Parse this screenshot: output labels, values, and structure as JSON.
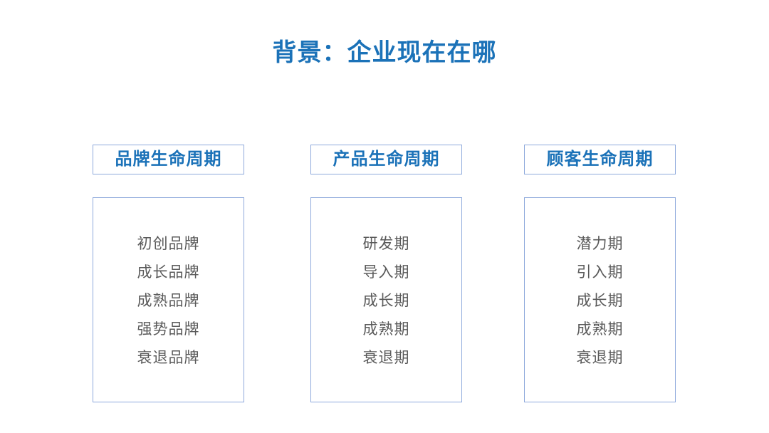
{
  "slide": {
    "title": "背景：企业现在在哪",
    "background_color": "#ffffff",
    "title_color": "#1b72b8",
    "border_color": "#8faadc",
    "item_text_color": "#5a5a5a"
  },
  "columns": [
    {
      "header": "品牌生命周期",
      "items": [
        "初创品牌",
        "成长品牌",
        "成熟品牌",
        "强势品牌",
        "衰退品牌"
      ]
    },
    {
      "header": "产品生命周期",
      "items": [
        "研发期",
        "导入期",
        "成长期",
        "成熟期",
        "衰退期"
      ]
    },
    {
      "header": "顾客生命周期",
      "items": [
        "潜力期",
        "引入期",
        "成长期",
        "成熟期",
        "衰退期"
      ]
    }
  ]
}
